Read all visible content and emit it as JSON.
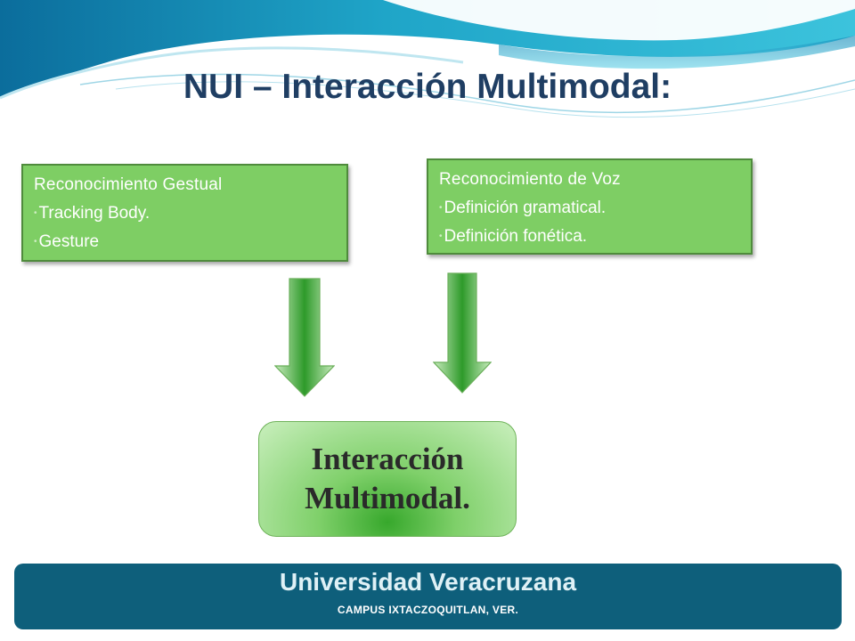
{
  "slide": {
    "title": "NUI – Interacción Multimodal:"
  },
  "boxes": {
    "left": {
      "heading": "Reconocimiento  Gestual",
      "items": [
        "Tracking Body.",
        "Gesture"
      ]
    },
    "right": {
      "heading": "Reconocimiento  de Voz",
      "items": [
        "Definición gramatical.",
        "Definición fonética."
      ]
    },
    "bullet_glyph": "•"
  },
  "result": {
    "line1": "Interacción",
    "line2": "Multimodal."
  },
  "footer": {
    "title": "Universidad Veracruzana",
    "subtitle": "CAMPUS  IXTACZOQUITLAN, VER."
  },
  "colors": {
    "title": "#1f3e63",
    "box_fill": "#7ece64",
    "footer_fill": "#0e5f7b",
    "wave_dark": "#0a7aa8",
    "wave_light": "#3fc0d8"
  },
  "icons": {
    "arrows": "down-arrow-icon"
  }
}
